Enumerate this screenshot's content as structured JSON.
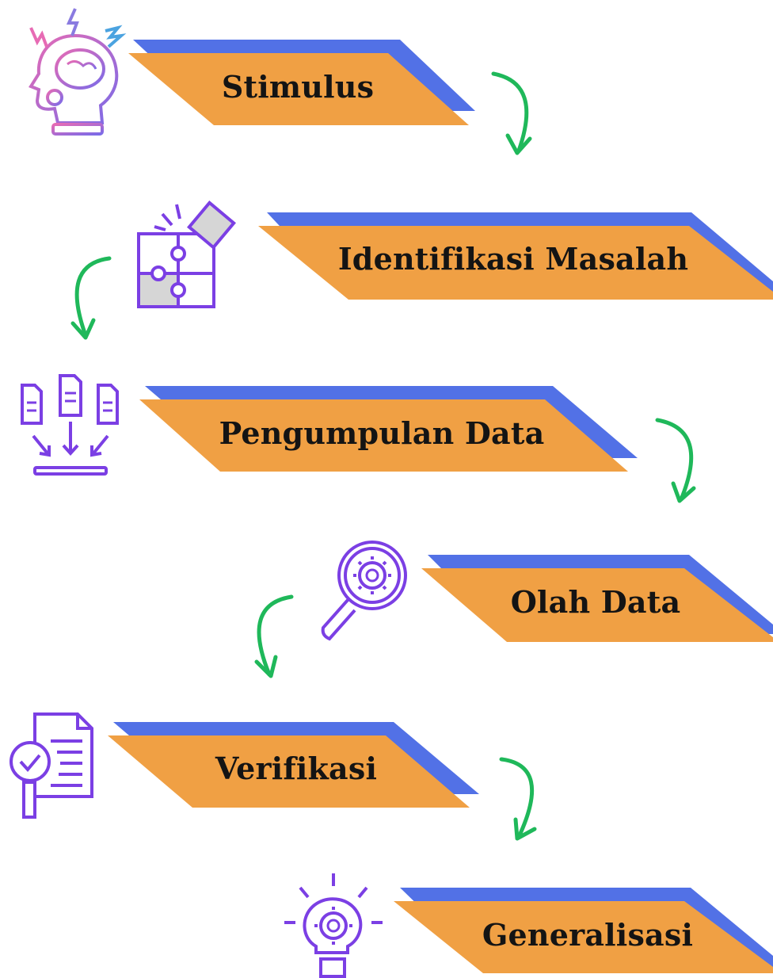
{
  "colors": {
    "banner_fill": "#F0A044",
    "banner_shadow": "#5271E6",
    "arrow": "#1FB85A",
    "icon_stroke": "#7B3FE4"
  },
  "steps": [
    {
      "label": "Stimulus",
      "icon": "brain-head-icon"
    },
    {
      "label": "Identifikasi Masalah",
      "icon": "puzzle-icon"
    },
    {
      "label": "Pengumpulan Data",
      "icon": "documents-collect-icon"
    },
    {
      "label": "Olah Data",
      "icon": "magnifier-gear-icon"
    },
    {
      "label": "Verifikasi",
      "icon": "document-check-icon"
    },
    {
      "label": "Generalisasi",
      "icon": "lightbulb-gear-icon"
    }
  ]
}
